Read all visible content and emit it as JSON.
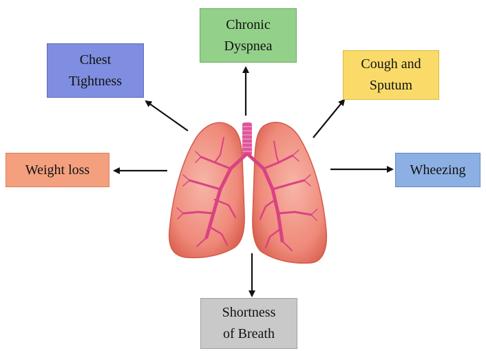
{
  "center": {
    "organ": "lungs-icon"
  },
  "symptoms": {
    "chronic_dyspnea": {
      "label": "Chronic\nDyspnea",
      "fill": "#93d18a",
      "border": "#6aaa60"
    },
    "chest_tightness": {
      "label": "Chest\nTightness",
      "fill": "#7f8ee0",
      "border": "#5a66b8"
    },
    "cough_sputum": {
      "label": "Cough and\nSputum",
      "fill": "#fadb6a",
      "border": "#d9b73f"
    },
    "weight_loss": {
      "label": "Weight loss",
      "fill": "#f4a07e",
      "border": "#d97e5a"
    },
    "wheezing": {
      "label": "Wheezing",
      "fill": "#8cb0e3",
      "border": "#6288c0"
    },
    "shortness_of_breath": {
      "label": "Shortness\nof Breath",
      "fill": "#c9c9c9",
      "border": "#a0a0a0"
    }
  },
  "colors": {
    "lung_fill": "#ef8a7a",
    "lung_edge": "#d45a4c",
    "bronchi": "#d94382",
    "trachea": "#e0559a",
    "arrow": "#111111"
  }
}
